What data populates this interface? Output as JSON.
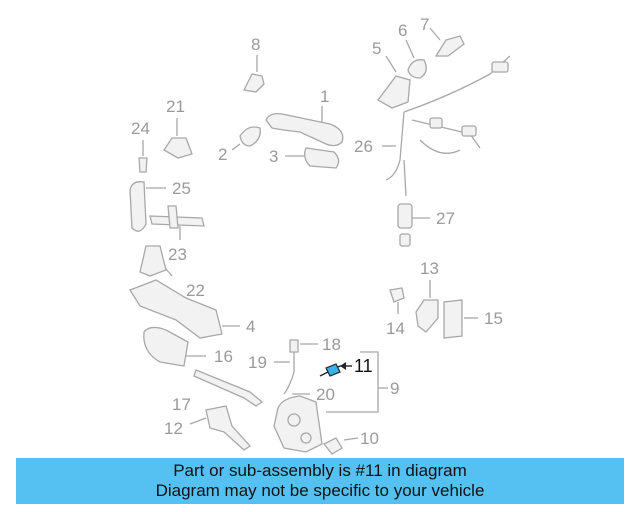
{
  "colors": {
    "banner_bg": "#55c1f2",
    "highlight": "#222222",
    "part_line": "#a8a8a8"
  },
  "labels": {
    "p1": "1",
    "p2": "2",
    "p3": "3",
    "p4": "4",
    "p5": "5",
    "p6": "6",
    "p7": "7",
    "p8": "8",
    "p9": "9",
    "p10": "10",
    "p11": "11",
    "p12": "12",
    "p13": "13",
    "p14": "14",
    "p15": "15",
    "p16": "16",
    "p17": "17",
    "p18": "18",
    "p19": "19",
    "p20": "20",
    "p21": "21",
    "p22": "22",
    "p23": "23",
    "p24": "24",
    "p25": "25",
    "p26": "26",
    "p27": "27"
  },
  "highlighted_part": "11",
  "banner": {
    "line1": "Part or sub-assembly is #11 in diagram",
    "line2": "Diagram may not be specific to your vehicle"
  }
}
